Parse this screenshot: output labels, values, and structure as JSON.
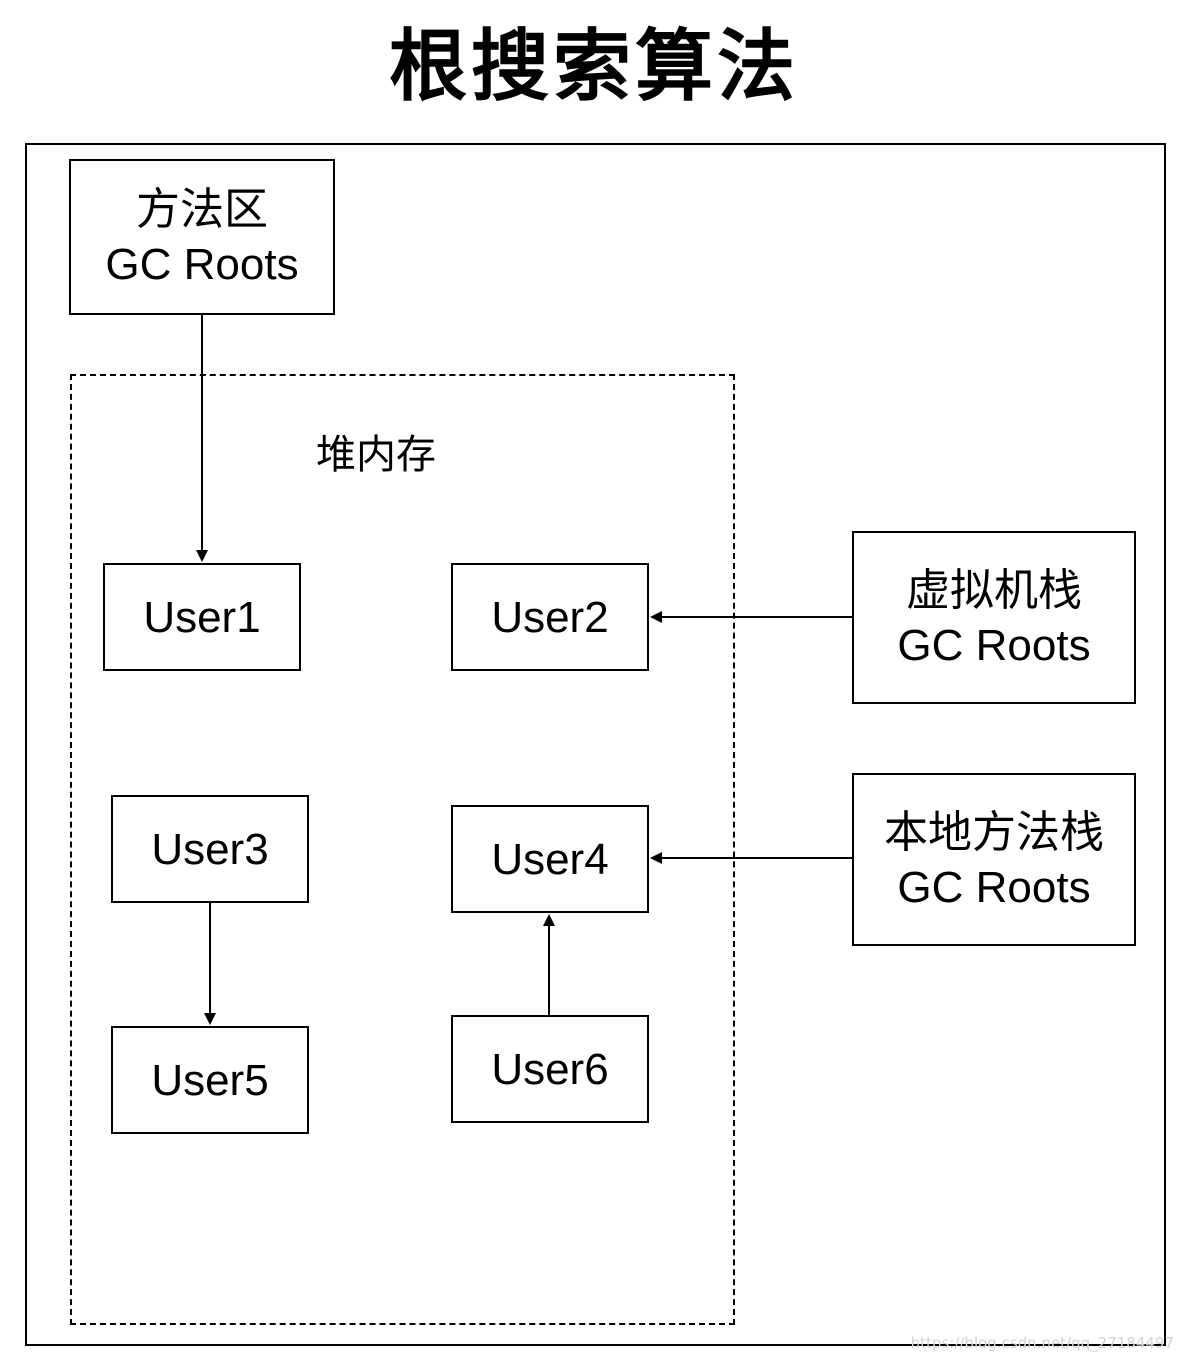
{
  "title": "根搜索算法",
  "heap": {
    "label": "堆内存"
  },
  "roots": {
    "method_area": {
      "line1": "方法区",
      "line2": "GC Roots"
    },
    "vm_stack": {
      "line1": "虚拟机栈",
      "line2": "GC Roots"
    },
    "native_stack": {
      "line1": "本地方法栈",
      "line2": "GC Roots"
    }
  },
  "objects": {
    "user1": "User1",
    "user2": "User2",
    "user3": "User3",
    "user4": "User4",
    "user5": "User5",
    "user6": "User6"
  },
  "edges": [
    {
      "from": "方法区 GC Roots",
      "to": "User1"
    },
    {
      "from": "虚拟机栈 GC Roots",
      "to": "User2"
    },
    {
      "from": "本地方法栈 GC Roots",
      "to": "User4"
    },
    {
      "from": "User3",
      "to": "User5"
    },
    {
      "from": "User6",
      "to": "User4"
    }
  ],
  "watermark": "https://blog.csdn.net/qq_27184497"
}
